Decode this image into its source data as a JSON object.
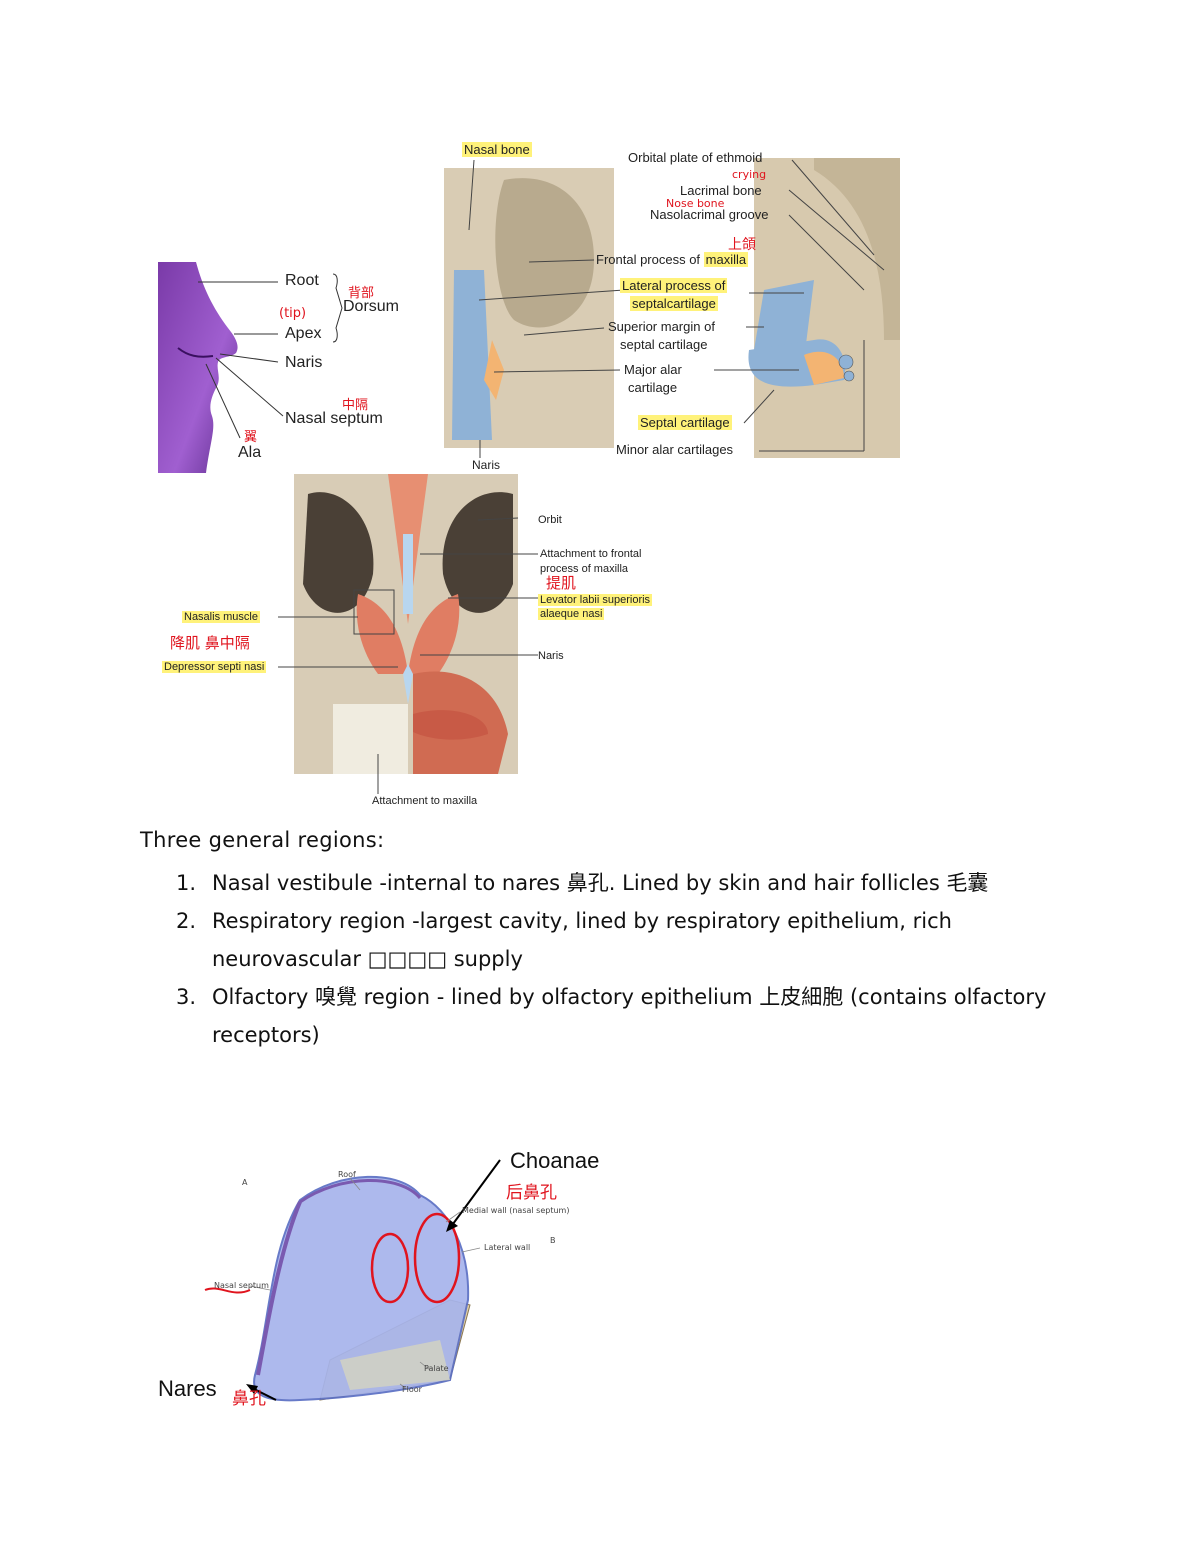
{
  "figure_face": {
    "labels": {
      "root": "Root",
      "dorsum": "Dorsum",
      "apex": "Apex",
      "naris": "Naris",
      "nasal_septum": "Nasal septum",
      "ala": "Ala"
    },
    "annotations": {
      "dorsum_zh": "背部",
      "tip": "(tip)",
      "septum_zh": "中隔",
      "ala_zh": "翼"
    }
  },
  "figure_skull": {
    "labels": {
      "nasal_bone": "Nasal bone",
      "orbital_plate": "Orbital plate of ethmoid",
      "lacrimal_bone": "Lacrimal bone",
      "nasolacrimal_groove": "Nasolacrimal groove",
      "frontal_process_a": "Frontal process of",
      "frontal_process_b": "maxilla",
      "lateral_process_a": "Lateral process of",
      "lateral_process_b": "septalcartilage",
      "superior_margin_a": "Superior margin of",
      "superior_margin_b": "septal cartilage",
      "major_alar_a": "Major alar",
      "major_alar_b": "cartilage",
      "septal_cartilage": "Septal cartilage",
      "minor_alar": "Minor alar cartilages",
      "naris": "Naris"
    },
    "annotations": {
      "crying": "crying",
      "nose_bone": "Nose bone",
      "maxilla_zh": "上頜"
    }
  },
  "figure_muscle": {
    "labels": {
      "orbit": "Orbit",
      "attachment_frontal_a": "Attachment to frontal",
      "attachment_frontal_b": "process of maxilla",
      "levator_a": "Levator labii superioris",
      "levator_b": "alaeque nasi",
      "nasalis": "Nasalis muscle",
      "depressor": "Depressor septi nasi",
      "naris": "Naris",
      "attachment_maxilla": "Attachment to maxilla"
    },
    "annotations": {
      "levator_zh": "提肌",
      "depressor_zh": "降肌 鼻中隔"
    }
  },
  "document": {
    "heading": "Three general regions:",
    "items": [
      {
        "num": "1.",
        "text": "Nasal vestibule -internal to nares 鼻孔. Lined by skin and hair follicles 毛囊"
      },
      {
        "num": "2.",
        "text": "Respiratory region -largest cavity, lined by respiratory epithelium, rich neurovascular □□□□ supply"
      },
      {
        "num": "3.",
        "text": "Olfactory 嗅覺 region - lined by olfactory epithelium 上皮細胞 (contains olfactory receptors)"
      }
    ]
  },
  "figure_cavity": {
    "labels": {
      "panel_a": "A",
      "panel_b": "B",
      "roof": "Roof",
      "medial_wall": "Medial wall (nasal septum)",
      "lateral_wall": "Lateral wall",
      "nasal_septum": "Nasal septum",
      "palate": "Palate",
      "floor": "Floor"
    },
    "callouts": {
      "choanae": "Choanae",
      "choanae_zh": "后鼻孔",
      "nares": "Nares",
      "nares_zh": "鼻孔"
    }
  }
}
